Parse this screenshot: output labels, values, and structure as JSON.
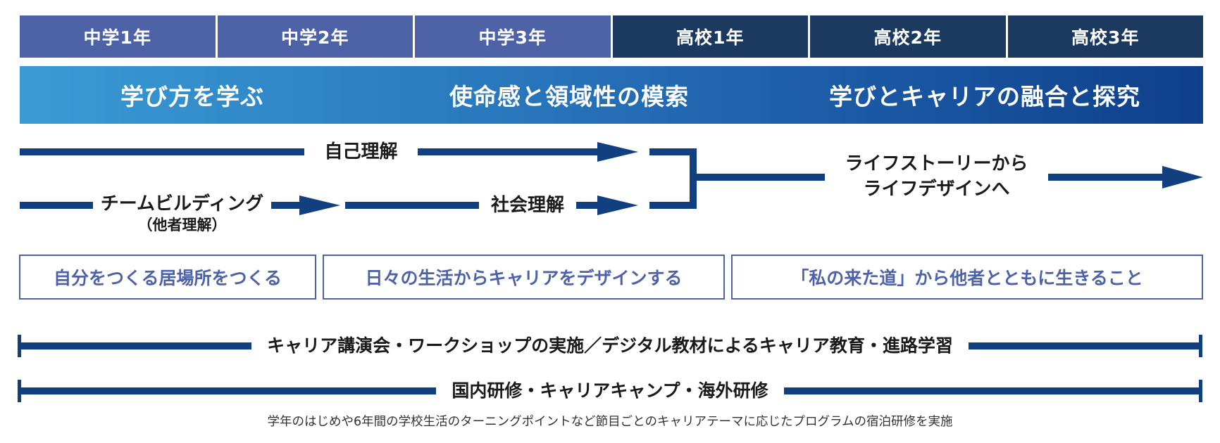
{
  "grades": [
    {
      "label": "中学1年",
      "level": "junior"
    },
    {
      "label": "中学2年",
      "level": "junior"
    },
    {
      "label": "中学3年",
      "level": "junior"
    },
    {
      "label": "高校1年",
      "level": "senior"
    },
    {
      "label": "高校2年",
      "level": "senior"
    },
    {
      "label": "高校3年",
      "level": "senior"
    }
  ],
  "themes": {
    "phase1": "学び方を学ぶ",
    "phase2": "使命感と領域性の模索",
    "phase3": "学びとキャリアの融合と探究"
  },
  "flow": {
    "self_understanding": "自己理解",
    "team_building": "チームビルディング",
    "team_building_sub": "（他者理解）",
    "social_understanding": "社会理解",
    "life_story_line1": "ライフストーリーから",
    "life_story_line2": "ライフデザインへ"
  },
  "boxes": {
    "box1": "自分をつくる居場所をつくる",
    "box2": "日々の生活からキャリアをデザインする",
    "box3": "「私の来た道」から他者とともに生きること"
  },
  "spans": {
    "span1": "キャリア講演会・ワークショップの実施／デジタル教材によるキャリア教育・進路学習",
    "span2": "国内研修・キャリアキャンプ・海外研修"
  },
  "footnote": "学年のはじめや6年間の学校生活のターニングポイントなど節目ごとのキャリアテーマに応じたプログラムの宿泊研修を実施",
  "colors": {
    "junior": "#4e62a8",
    "senior": "#1c3a5f",
    "line": "#123f80",
    "box_border": "#4e62a8"
  }
}
